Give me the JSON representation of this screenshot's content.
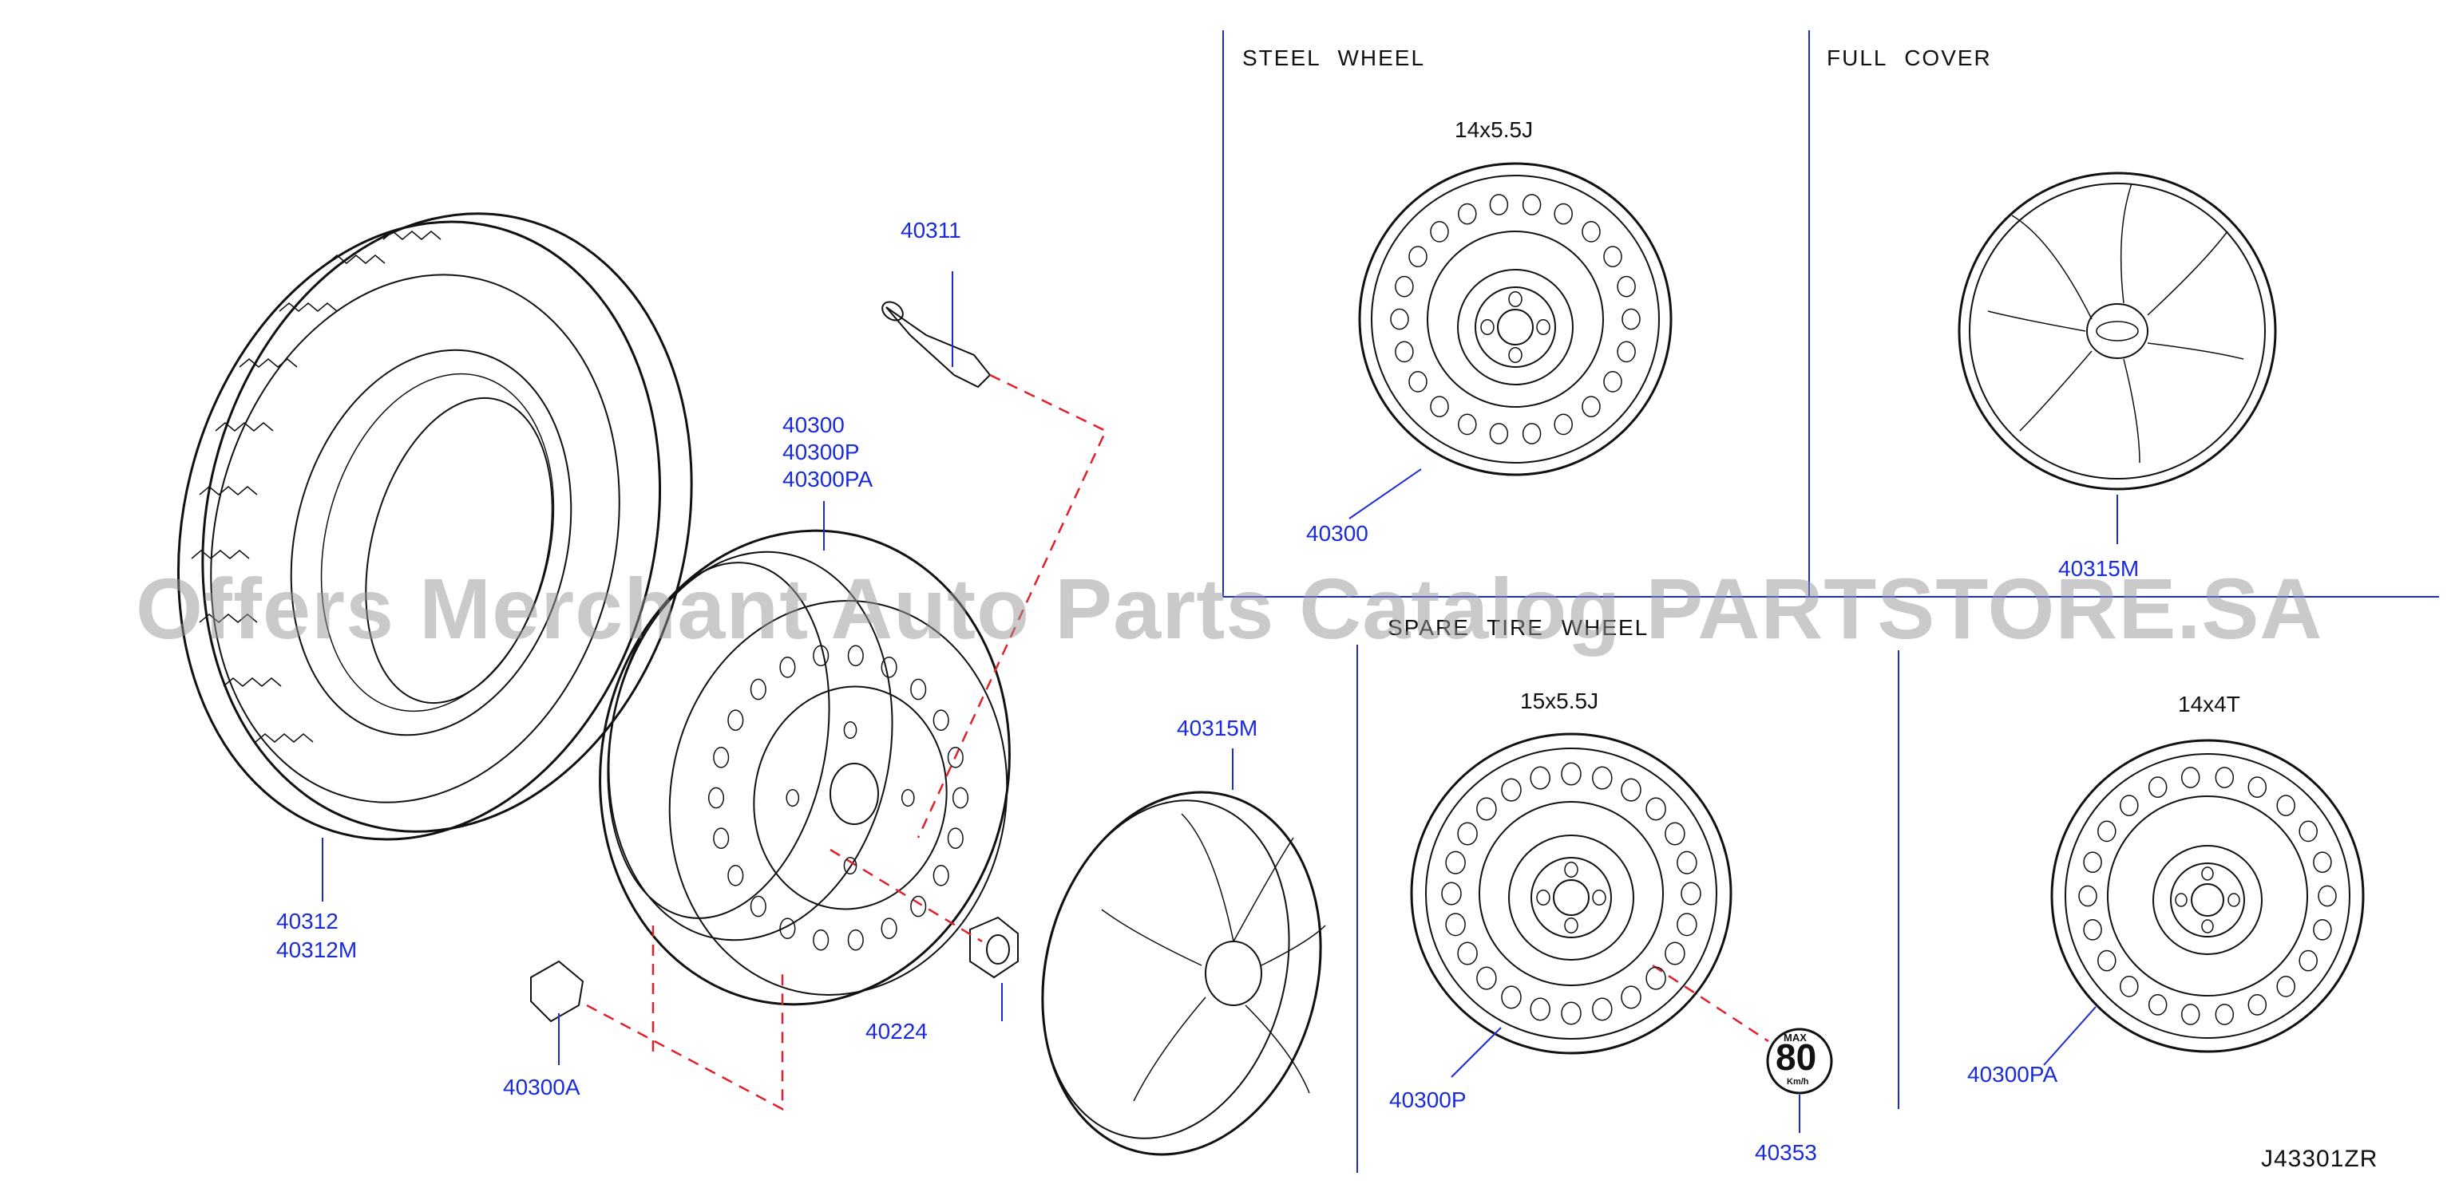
{
  "sections": {
    "steel_wheel": "STEEL   WHEEL",
    "full_cover": "FULL   COVER",
    "spare_wheel": "SPARE   TIRE   WHEEL"
  },
  "sizes": {
    "steel": "14x5.5J",
    "spare_15": "15x5.5J",
    "spare_14": "14x4T"
  },
  "parts": {
    "p40311": "40311",
    "p40300_group": [
      "40300",
      "40300P",
      "40300PA"
    ],
    "p40312_group": [
      "40312",
      "40312M"
    ],
    "p40315m_main": "40315M",
    "p40224": "40224",
    "p40300a": "40300A",
    "p40300_steel": "40300",
    "p40315m_cover": "40315M",
    "p40300p": "40300P",
    "p40353": "40353",
    "p40300pa": "40300PA"
  },
  "speed_sign": {
    "top": "MAX",
    "value": "80",
    "unit": "Km/h"
  },
  "diagram_code": "J43301ZR",
  "watermark": "Offers Merchant Auto Parts Catalog PARTSTORE.SA",
  "colors": {
    "part_label": "#1a2bd8",
    "leader": "#1a2bd8",
    "dashed": "#e0202a",
    "ink": "#111111"
  }
}
